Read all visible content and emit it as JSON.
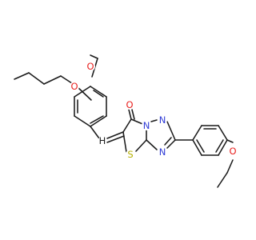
{
  "molecule": {
    "atoms": {
      "oxygen_butoxy": {
        "symbol": "O",
        "color": "#e8201e"
      },
      "oxygen_methoxy": {
        "symbol": "O",
        "color": "#e8201e"
      },
      "oxygen_carbonyl": {
        "symbol": "O",
        "color": "#e8201e"
      },
      "oxygen_ethoxy": {
        "symbol": "O",
        "color": "#e8201e"
      },
      "nitrogen_bridge": {
        "symbol": "N",
        "color": "#2f3bd6"
      },
      "nitrogen_upper": {
        "symbol": "N",
        "color": "#2f3bd6"
      },
      "nitrogen_lower": {
        "symbol": "N",
        "color": "#2f3bd6"
      },
      "sulfur_ring": {
        "symbol": "S",
        "color": "#b5b000"
      },
      "hydrogen_methine": {
        "symbol": "H",
        "color": "#1a1a1a"
      }
    },
    "bond_color": "#1a1a1a",
    "background": "#ffffff"
  }
}
